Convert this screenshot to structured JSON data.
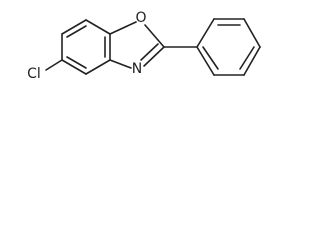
{
  "molecule": {
    "atoms": {
      "chlorine": "Cl",
      "oxygen": "O",
      "nitrogen": "N"
    },
    "colors": {
      "ink": "#222222",
      "background": "#ffffff"
    }
  }
}
